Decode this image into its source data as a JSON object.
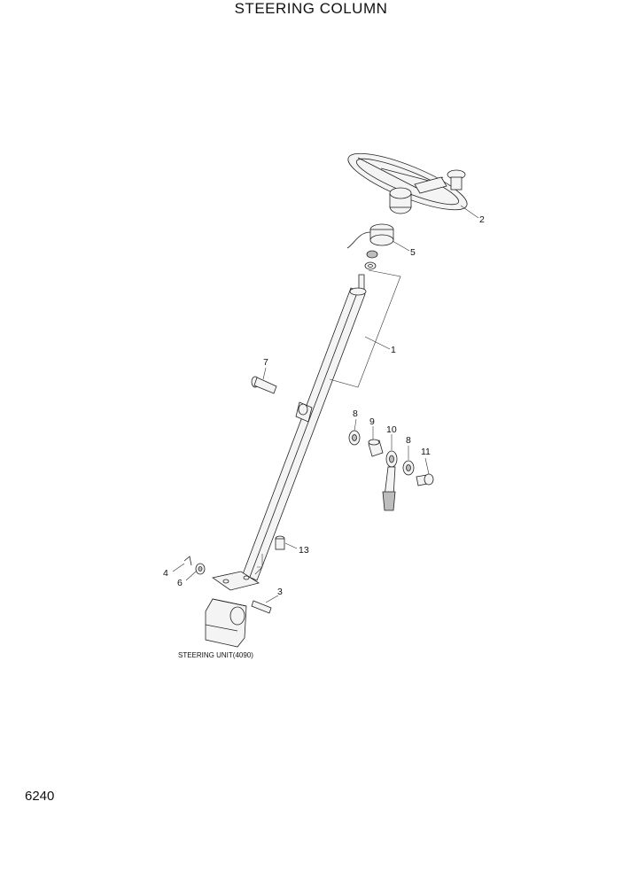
{
  "title": "STEERING COLUMN",
  "page_number": "6240",
  "caption": "STEERING UNIT(4090)",
  "callouts": {
    "c1": "1",
    "c2": "2",
    "c3": "3",
    "c4": "4",
    "c5": "5",
    "c6": "6",
    "c7": "7",
    "c8a": "8",
    "c8b": "8",
    "c9": "9",
    "c10": "10",
    "c11": "11",
    "c13": "13"
  }
}
